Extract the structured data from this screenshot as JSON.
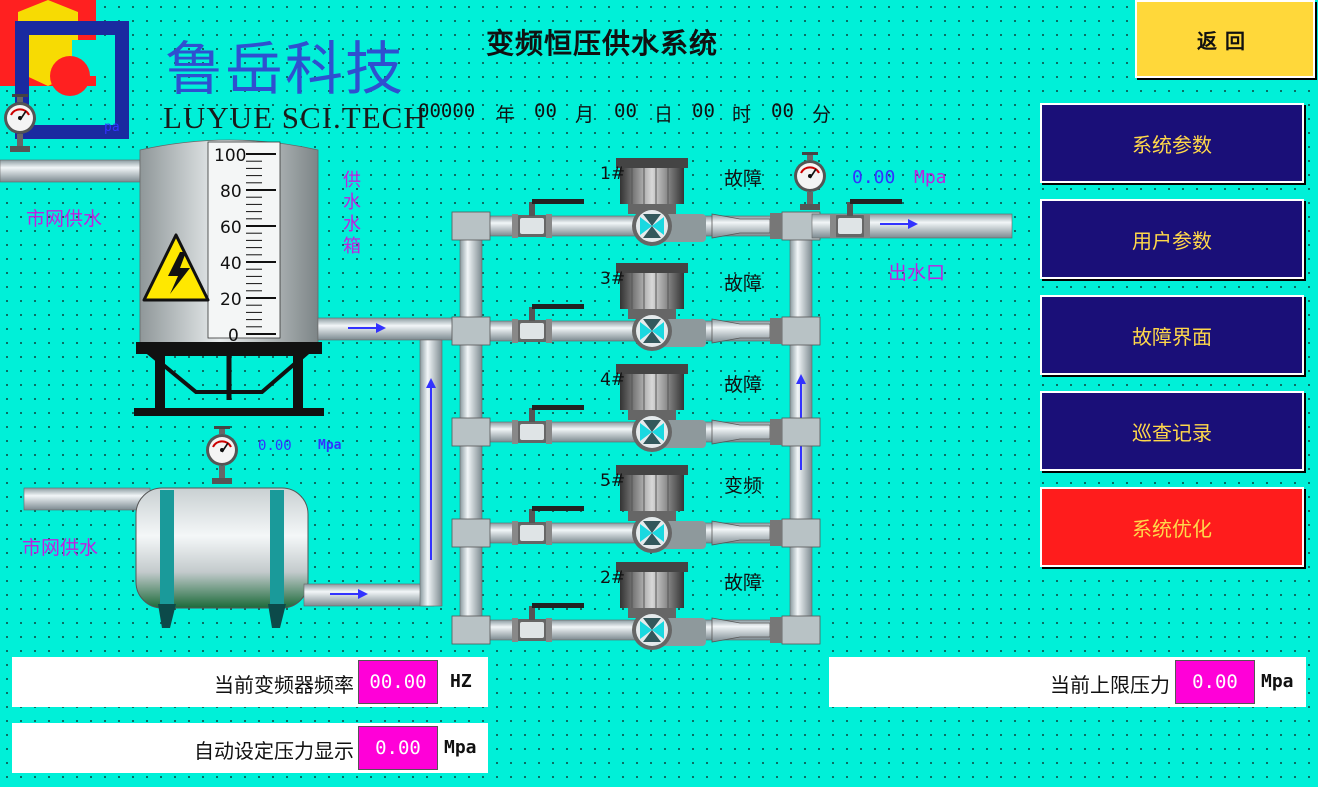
{
  "logo": {
    "cn": "鲁岳科技",
    "en": "LUYUE SCI.TECH"
  },
  "title": "变频恒压供水系统",
  "datetime": {
    "year": "00000",
    "year_unit": "年",
    "month": "00",
    "month_unit": "月",
    "day": "00",
    "day_unit": "日",
    "hour": "00",
    "hour_unit": "时",
    "minute": "00",
    "minute_unit": "分"
  },
  "nav": {
    "back": "返回",
    "system_params": "系统参数",
    "user_params": "用户参数",
    "fault_screen": "故障界面",
    "inspection_log": "巡查记录",
    "system_optimize": "系统优化"
  },
  "tank": {
    "label": "供水水箱",
    "scale": [
      "100",
      "80",
      "60",
      "40",
      "20",
      "0"
    ]
  },
  "city_supply_top": "市网供水",
  "city_supply_bottom": "市网供水",
  "inlet_pressure": {
    "value": "0.00",
    "unit": "Mpa"
  },
  "topleft_unit_fragment": "pa",
  "outlet": {
    "label": "出水口",
    "pressure": "0.00",
    "unit": "Mpa"
  },
  "pumps": [
    {
      "id": "1#",
      "status": "故障"
    },
    {
      "id": "3#",
      "status": "故障"
    },
    {
      "id": "4#",
      "status": "故障"
    },
    {
      "id": "5#",
      "status": "变频"
    },
    {
      "id": "2#",
      "status": "故障"
    }
  ],
  "readouts": {
    "freq": {
      "label": "当前变频器频率",
      "value": "00.00",
      "unit": "HZ"
    },
    "upper": {
      "label": "当前上限压力",
      "value": "0.00",
      "unit": "Mpa"
    },
    "auto": {
      "label": "自动设定压力显示",
      "value": "0.00",
      "unit": "Mpa"
    }
  },
  "colors": {
    "background": "#00f0d8",
    "nav_button": "#1a0f78",
    "nav_text": "#ffd84a",
    "optimize_button": "#ff1c1c",
    "back_button": "#ffd83a",
    "value_box": "#ff00d8",
    "label_magenta": "#c020e0",
    "flow_arrow": "#3232ff"
  },
  "icons": {
    "logo": "company-logo-icon",
    "tank": "water-tank-icon",
    "high_voltage": "high-voltage-warning-icon",
    "gauge": "pressure-gauge-icon",
    "valve": "ball-valve-icon",
    "pump": "centrifugal-pump-icon",
    "pressure_tank": "pressure-vessel-icon",
    "arrow": "flow-arrow-icon"
  }
}
